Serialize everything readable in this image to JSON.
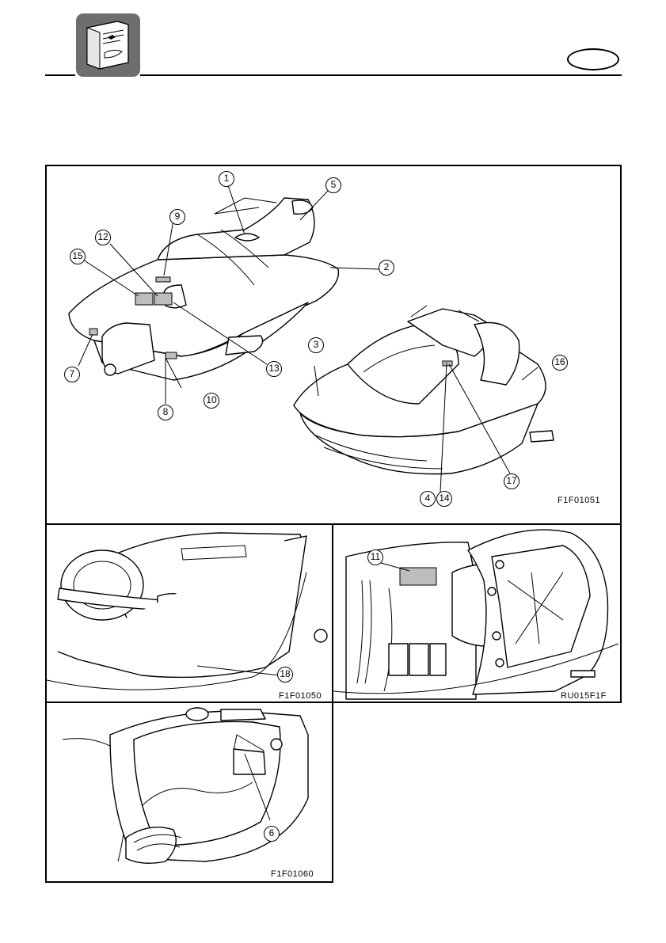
{
  "figures": {
    "main": {
      "code": "F1F01051"
    },
    "engine_bay": {
      "code": "F1F01050"
    },
    "rear_hatch": {
      "code": "RU015F1F"
    },
    "storage": {
      "code": "F1F01060"
    }
  },
  "callouts": {
    "c1": "1",
    "c2": "2",
    "c3": "3",
    "c4": "4",
    "c5": "5",
    "c6": "6",
    "c7": "7",
    "c8": "8",
    "c9": "9",
    "c10": "10",
    "c11": "11",
    "c12": "12",
    "c13": "13",
    "c14": "14",
    "c15": "15",
    "c16": "16",
    "c17": "17",
    "c18": "18"
  },
  "colors": {
    "icon_bg": "#6e6e6e",
    "label_fill": "#bdbdbd"
  },
  "icons": {
    "section": "manual-book-icon"
  }
}
